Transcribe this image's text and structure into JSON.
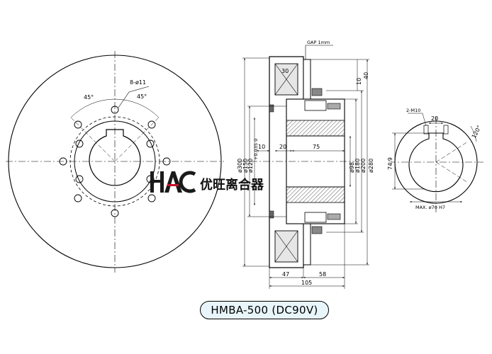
{
  "model_label": "HMBA-500 (DC90V)",
  "brand": {
    "logo_text": "HAC",
    "name_cn": "优旺离合器"
  },
  "front_view": {
    "bolt_callout": "8-ø11",
    "angle_left": "45°",
    "angle_right": "45°"
  },
  "section_view": {
    "gap_label": "GAP 1mm",
    "coil_label": "30",
    "dim_10_top": "10",
    "dim_40": "40",
    "dim_10": "10",
    "dim_20": "20",
    "dim_75": "75",
    "dia_300": "ø300",
    "dia_150": "ø150",
    "dia_120": "ø120",
    "dia_120_tol": "+0.035 0",
    "dia_98": "ø98",
    "dia_180": "ø180",
    "dia_200": "ø200",
    "dia_280": "ø280",
    "dim_47": "47",
    "dim_58": "58",
    "dim_105": "105"
  },
  "hub_view": {
    "thread_callout": "2-M10",
    "key_width": "20",
    "angle": "120°",
    "height": "74.9",
    "bore": "MAX. ø70 H7"
  }
}
